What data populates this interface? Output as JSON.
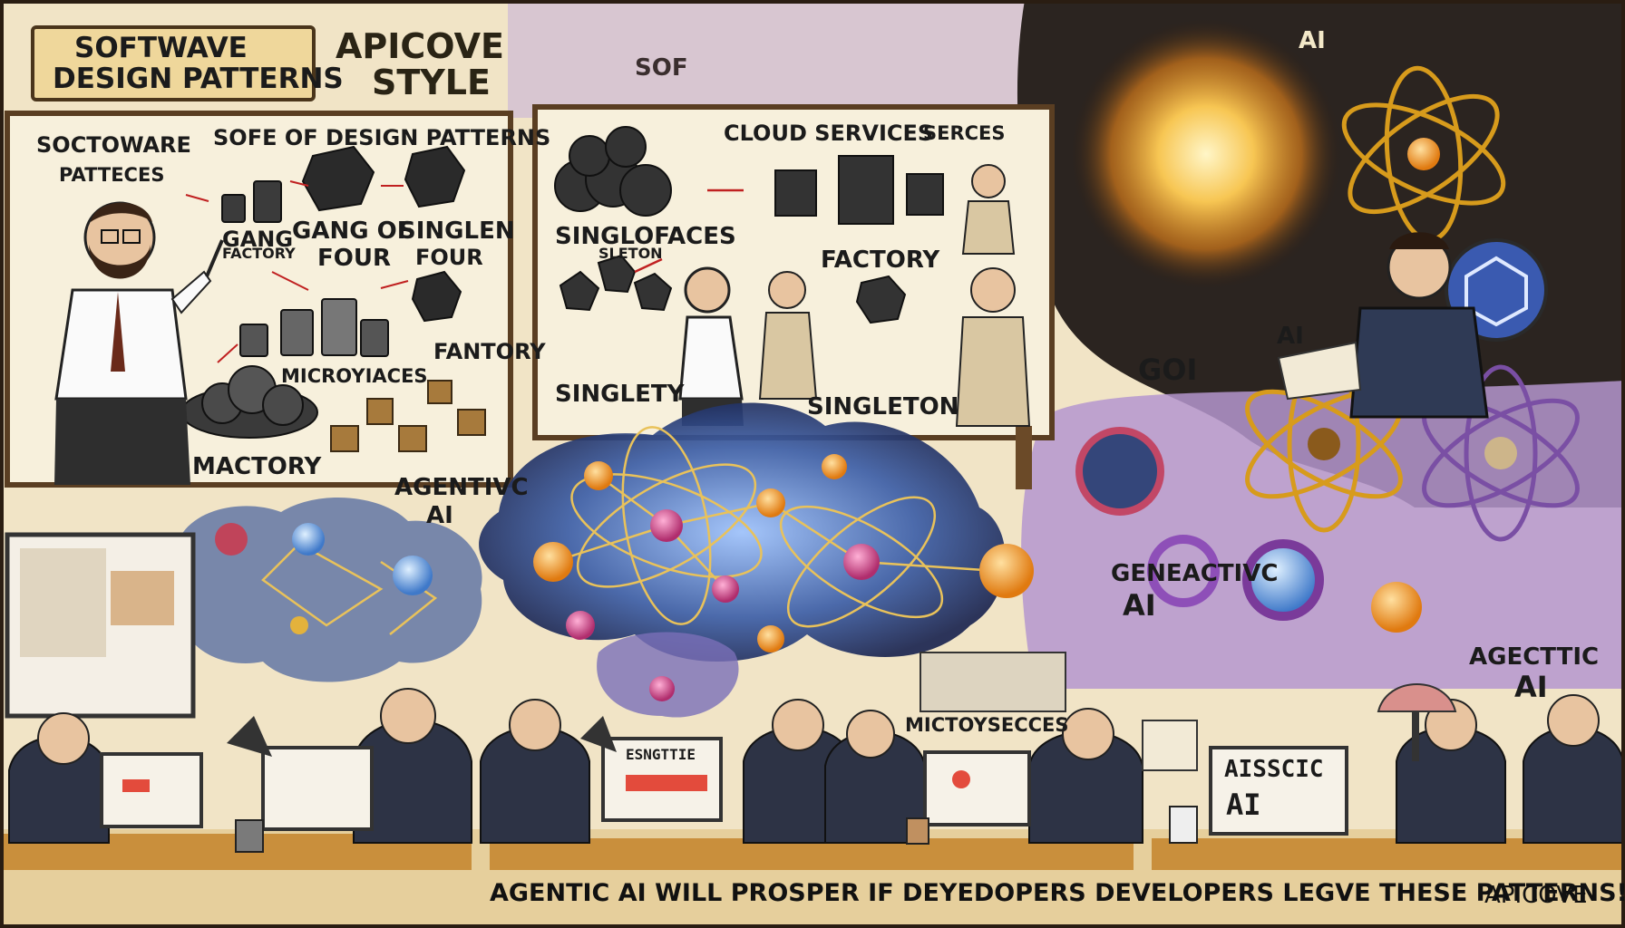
{
  "header": {
    "title_line1": "SOFTWAVE",
    "title_line2": "DESIGN PATTERNS",
    "style_line1": "APICOVE",
    "style_line2": "STYLE",
    "banner_fragment": "SOF"
  },
  "left_board": {
    "heading_left_1": "SOCTOWARE",
    "heading_left_2": "PATTECES",
    "heading_top": "SOFE OF DESIGN PATTERNS",
    "label_gang": "GANG",
    "label_factory_small": "FACTORY",
    "label_gang_of": "GANG OF",
    "label_four": "FOUR",
    "label_singlen": "SINGLEN",
    "label_four_2": "FOUR",
    "label_fantory": "FANTORY",
    "label_microvaces": "MICROYIACES",
    "label_mactory": "MACTORY"
  },
  "center_board": {
    "label_cloud_services": "CLOUD SERVICES",
    "label_serces": "SERCES",
    "label_singlofaces": "SINGLOFACES",
    "label_sleton": "SLETON",
    "label_factory": "FACTORY",
    "label_singlety": "SINGLETY",
    "label_singleton": "SINGLETON"
  },
  "right_panel": {
    "label_ai_top": "AI",
    "label_ai_mid": "AI",
    "label_goi": "GOI",
    "label_generactive_1": "GENEACTIVC",
    "label_generactive_2": "AI",
    "label_agectic_1": "AGECTTIC",
    "label_agectic_2": "AI"
  },
  "bottom": {
    "label_agentic_1": "AGENTIVC",
    "label_agentic_2": "AI",
    "label_microservices": "MICTOYSECCES",
    "monitor_text_1": "ESNGTTIE",
    "monitor_text_2": "AISSCIC",
    "monitor_text_3": "AI"
  },
  "caption": {
    "text": "AGENTIC AI WILL PROSPER IF DEYEDOPERS DEVELOPERS LEGVE THESE PATTERNS!",
    "brand": "APICOVE"
  },
  "colors": {
    "paper": "#f1e4c6",
    "board": "#f7f0dc",
    "glow": "#f5b640",
    "network_blue": "#5a7fc2",
    "network_purple": "#9a6cc6",
    "node_orange": "#f3a33a",
    "node_pink": "#d9508e"
  }
}
